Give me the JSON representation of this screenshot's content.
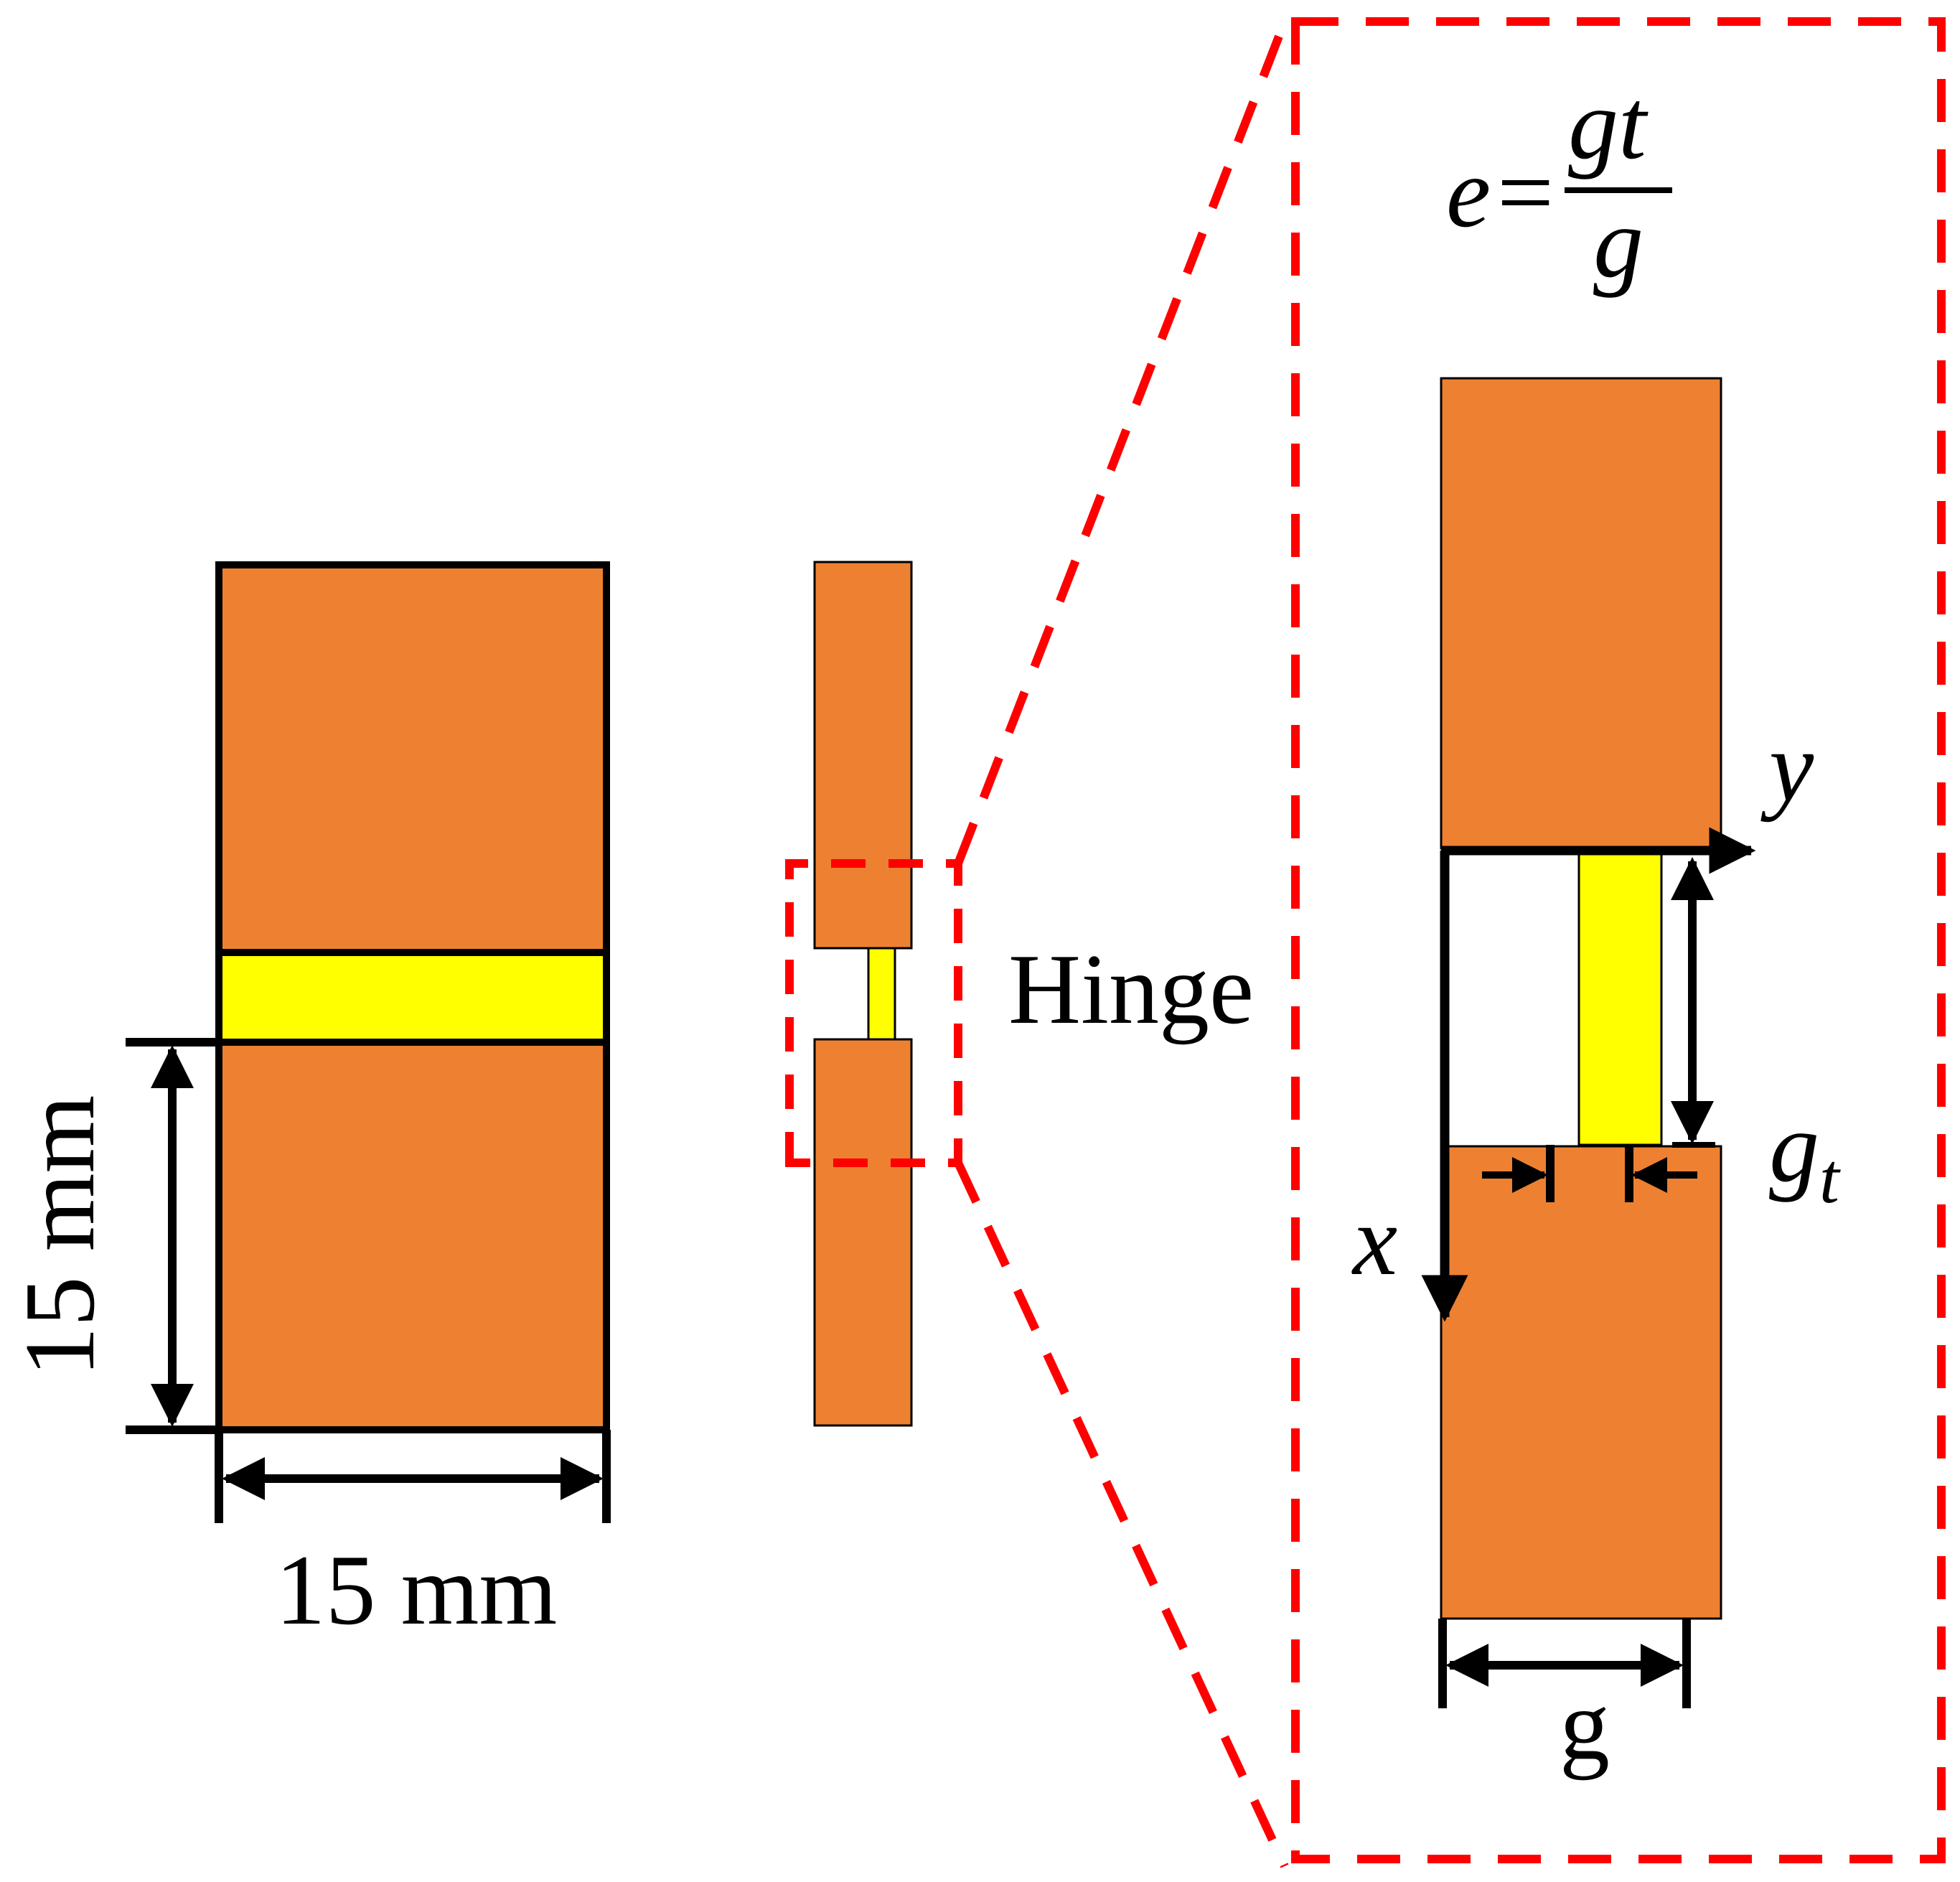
{
  "colors": {
    "copper": "#ED8131",
    "hinge": "#FFFF00",
    "dash": "#FF0000",
    "line": "#000000"
  },
  "labels": {
    "width_dimension": "15 mm",
    "height_dimension": "15 mm",
    "hinge": "Hinge",
    "gap": "g",
    "gt_base": "g",
    "gt_sub": "t",
    "axis_x": "x",
    "axis_y": "y",
    "equation_lhs": "e=",
    "equation_num_base": "g",
    "equation_num_sub": "t",
    "equation_den": "g"
  }
}
